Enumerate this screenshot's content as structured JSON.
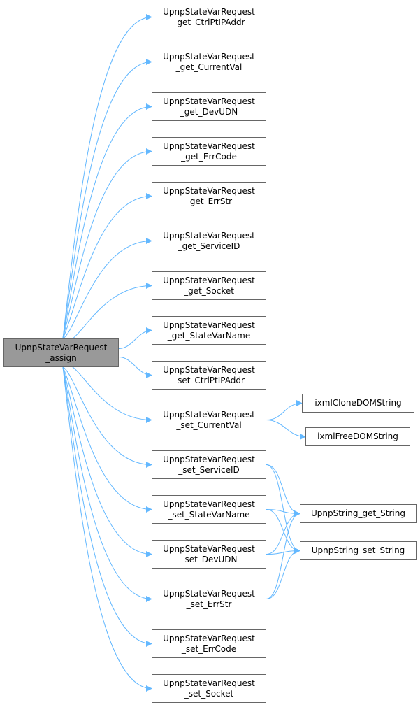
{
  "colors": {
    "edge": "#63b8ff",
    "node_border": "#666666",
    "root_fill": "#999999",
    "node_fill": "#ffffff"
  },
  "nodes": [
    {
      "id": "root",
      "lines": [
        "UpnpStateVarRequest",
        "_assign"
      ],
      "root": true
    },
    {
      "id": "get_ctrlptipaddr",
      "lines": [
        "UpnpStateVarRequest",
        "_get_CtrlPtIPAddr"
      ]
    },
    {
      "id": "get_currentval",
      "lines": [
        "UpnpStateVarRequest",
        "_get_CurrentVal"
      ]
    },
    {
      "id": "get_devudn",
      "lines": [
        "UpnpStateVarRequest",
        "_get_DevUDN"
      ]
    },
    {
      "id": "get_errcode",
      "lines": [
        "UpnpStateVarRequest",
        "_get_ErrCode"
      ]
    },
    {
      "id": "get_errstr",
      "lines": [
        "UpnpStateVarRequest",
        "_get_ErrStr"
      ]
    },
    {
      "id": "get_serviceid",
      "lines": [
        "UpnpStateVarRequest",
        "_get_ServiceID"
      ]
    },
    {
      "id": "get_socket",
      "lines": [
        "UpnpStateVarRequest",
        "_get_Socket"
      ]
    },
    {
      "id": "get_statevarname",
      "lines": [
        "UpnpStateVarRequest",
        "_get_StateVarName"
      ]
    },
    {
      "id": "set_ctrlptipaddr",
      "lines": [
        "UpnpStateVarRequest",
        "_set_CtrlPtIPAddr"
      ]
    },
    {
      "id": "set_currentval",
      "lines": [
        "UpnpStateVarRequest",
        "_set_CurrentVal"
      ]
    },
    {
      "id": "set_serviceid",
      "lines": [
        "UpnpStateVarRequest",
        "_set_ServiceID"
      ]
    },
    {
      "id": "set_statevarname",
      "lines": [
        "UpnpStateVarRequest",
        "_set_StateVarName"
      ]
    },
    {
      "id": "set_devudn",
      "lines": [
        "UpnpStateVarRequest",
        "_set_DevUDN"
      ]
    },
    {
      "id": "set_errstr",
      "lines": [
        "UpnpStateVarRequest",
        "_set_ErrStr"
      ]
    },
    {
      "id": "set_errcode",
      "lines": [
        "UpnpStateVarRequest",
        "_set_ErrCode"
      ]
    },
    {
      "id": "set_socket",
      "lines": [
        "UpnpStateVarRequest",
        "_set_Socket"
      ]
    },
    {
      "id": "ixmlclonedomstring",
      "lines": [
        "ixmlCloneDOMString"
      ]
    },
    {
      "id": "ixmlfreedomstring",
      "lines": [
        "ixmlFreeDOMString"
      ]
    },
    {
      "id": "upnpstring_get_string",
      "lines": [
        "UpnpString_get_String"
      ]
    },
    {
      "id": "upnpstring_set_string",
      "lines": [
        "UpnpString_set_String"
      ]
    }
  ],
  "edges": [
    [
      "root",
      "get_ctrlptipaddr"
    ],
    [
      "root",
      "get_currentval"
    ],
    [
      "root",
      "get_devudn"
    ],
    [
      "root",
      "get_errcode"
    ],
    [
      "root",
      "get_errstr"
    ],
    [
      "root",
      "get_serviceid"
    ],
    [
      "root",
      "get_socket"
    ],
    [
      "root",
      "get_statevarname"
    ],
    [
      "root",
      "set_ctrlptipaddr"
    ],
    [
      "root",
      "set_currentval"
    ],
    [
      "root",
      "set_serviceid"
    ],
    [
      "root",
      "set_statevarname"
    ],
    [
      "root",
      "set_devudn"
    ],
    [
      "root",
      "set_errstr"
    ],
    [
      "root",
      "set_errcode"
    ],
    [
      "root",
      "set_socket"
    ],
    [
      "set_currentval",
      "ixmlclonedomstring"
    ],
    [
      "set_currentval",
      "ixmlfreedomstring"
    ],
    [
      "set_serviceid",
      "upnpstring_get_string"
    ],
    [
      "set_serviceid",
      "upnpstring_set_string"
    ],
    [
      "set_statevarname",
      "upnpstring_get_string"
    ],
    [
      "set_statevarname",
      "upnpstring_set_string"
    ],
    [
      "set_devudn",
      "upnpstring_get_string"
    ],
    [
      "set_devudn",
      "upnpstring_set_string"
    ],
    [
      "set_errstr",
      "upnpstring_get_string"
    ],
    [
      "set_errstr",
      "upnpstring_set_string"
    ]
  ]
}
